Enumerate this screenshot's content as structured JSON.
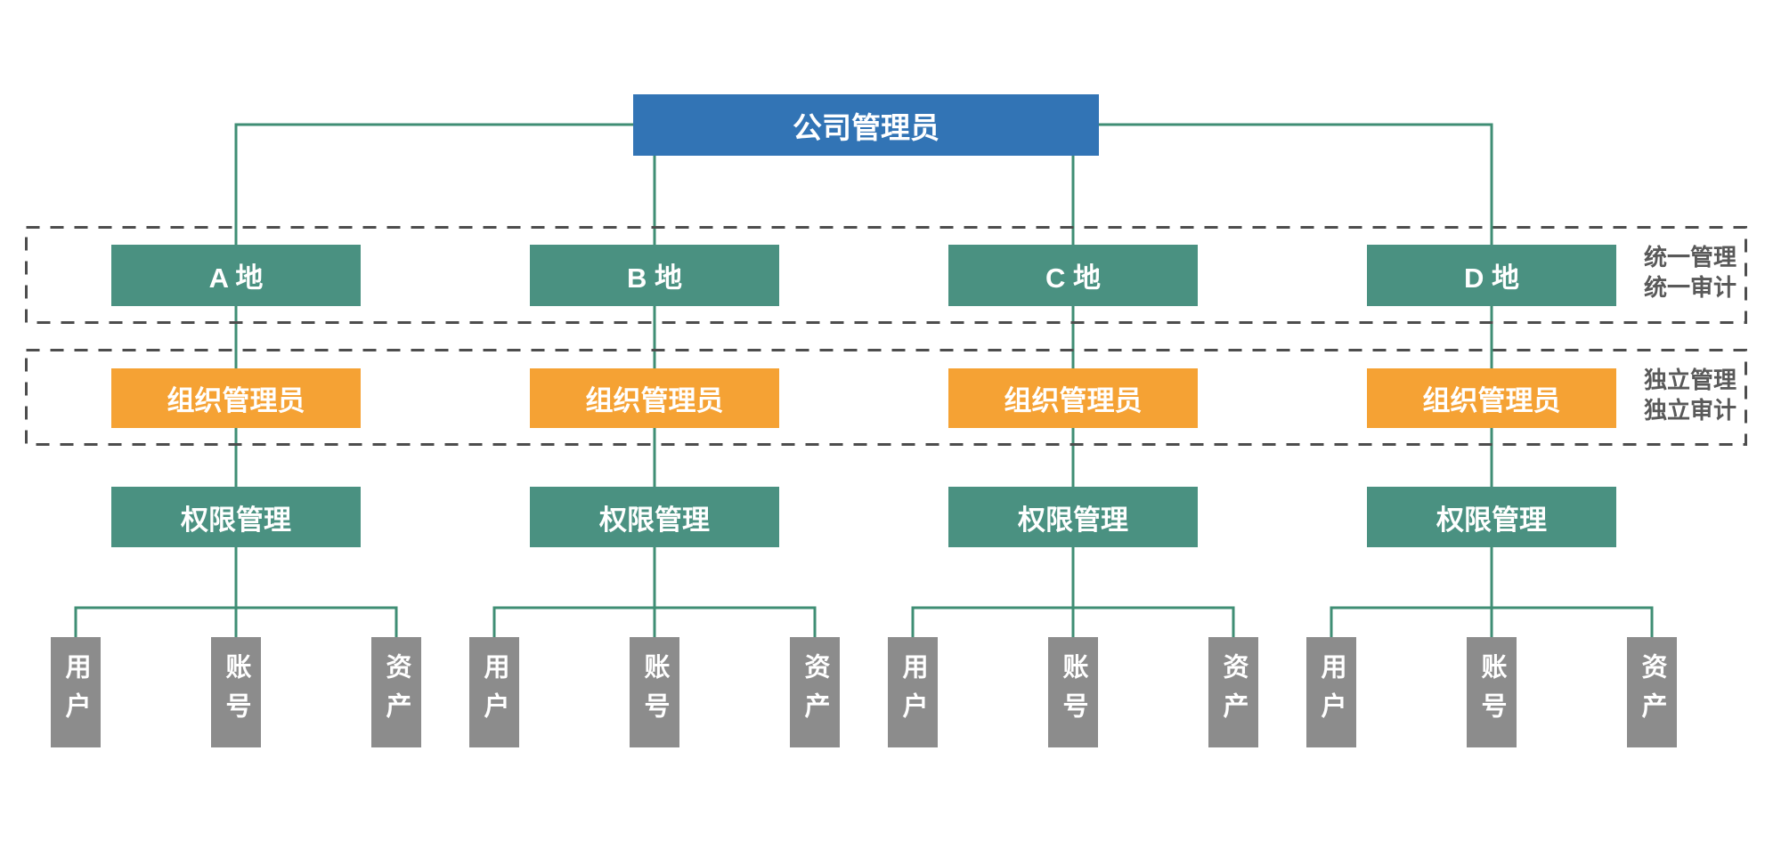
{
  "diagram": {
    "root": {
      "label": "公司管理员"
    },
    "bands": [
      {
        "name": "unified",
        "labels": [
          "统一管理",
          "统一审计"
        ]
      },
      {
        "name": "independent",
        "labels": [
          "独立管理",
          "独立审计"
        ]
      }
    ],
    "columns": [
      {
        "location": "A 地",
        "org_admin": "组织管理员",
        "permission": "权限管理",
        "children": [
          "用户",
          "账号",
          "资产"
        ]
      },
      {
        "location": "B 地",
        "org_admin": "组织管理员",
        "permission": "权限管理",
        "children": [
          "用户",
          "账号",
          "资产"
        ]
      },
      {
        "location": "C 地",
        "org_admin": "组织管理员",
        "permission": "权限管理",
        "children": [
          "用户",
          "账号",
          "资产"
        ]
      },
      {
        "location": "D 地",
        "org_admin": "组织管理员",
        "permission": "权限管理",
        "children": [
          "用户",
          "账号",
          "资产"
        ]
      }
    ],
    "colors": {
      "root_box": "#3274b5",
      "location_box": "#4a9181",
      "org_admin_box": "#f5a234",
      "permission_box": "#4a9181",
      "child_box": "#8c8c8c",
      "connector_line": "#3f8e74",
      "dashed_border": "#4d4d4d",
      "band_label_text": "#595959",
      "box_text": "#ffffff"
    }
  }
}
